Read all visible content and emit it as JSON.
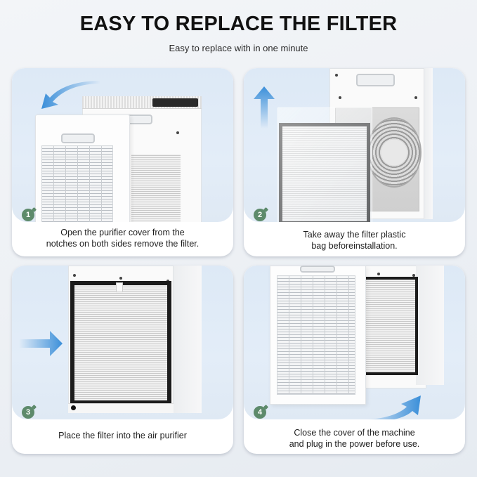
{
  "header": {
    "title": "EASY TO REPLACE THE FILTER",
    "subtitle": "Easy to replace with in one minute"
  },
  "colors": {
    "badge": "#5d8a6b",
    "arrow": "#3b8fd9",
    "photo_bg": "#dde9f6",
    "card_bg": "#ffffff",
    "filter_frame": "#1c1c1c"
  },
  "steps": [
    {
      "number": "1",
      "caption_line1": "Open the purifier cover from the",
      "caption_line2": "notches on both sides remove the filter.",
      "arrow_icon": "curved-arrow-left-icon"
    },
    {
      "number": "2",
      "caption_line1": "Take away the filter plastic",
      "caption_line2": "bag beforeinstallation.",
      "arrow_icon": "arrow-up-icon"
    },
    {
      "number": "3",
      "caption_line1": "Place the filter into the air purifier",
      "caption_line2": "",
      "arrow_icon": "arrow-right-icon"
    },
    {
      "number": "4",
      "caption_line1": "Close the cover of the machine",
      "caption_line2": "and plug in the power before use.",
      "arrow_icon": "curved-arrow-right-icon"
    }
  ]
}
